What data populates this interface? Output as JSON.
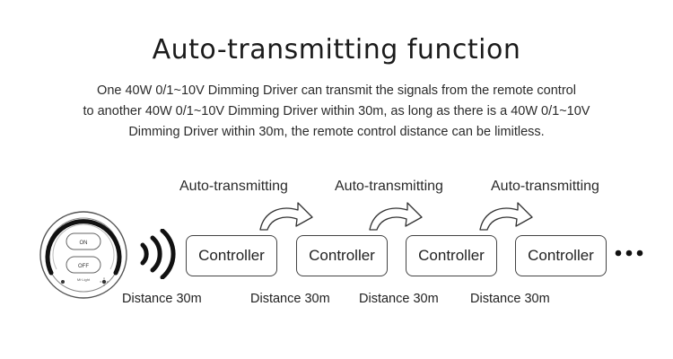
{
  "title": "Auto-transmitting function",
  "description": {
    "line1": "One 40W 0/1~10V Dimming Driver can transmit the signals from the remote control",
    "line2": "to another 40W 0/1~10V Dimming Driver within 30m, as long as there is a 40W 0/1~10V",
    "line3": "Dimming Driver within 30m, the remote control distance can be limitless."
  },
  "remote": {
    "on_label": "ON",
    "off_label": "OFF",
    "brand": "Mi·Light"
  },
  "auto_labels": [
    "Auto-transmitting",
    "Auto-transmitting",
    "Auto-transmitting"
  ],
  "controllers": [
    "Controller",
    "Controller",
    "Controller",
    "Controller"
  ],
  "distances": [
    "Distance 30m",
    "Distance 30m",
    "Distance 30m",
    "Distance 30m"
  ],
  "colors": {
    "text": "#1e1e1e",
    "stroke": "#444444",
    "arrow": "#333333"
  }
}
